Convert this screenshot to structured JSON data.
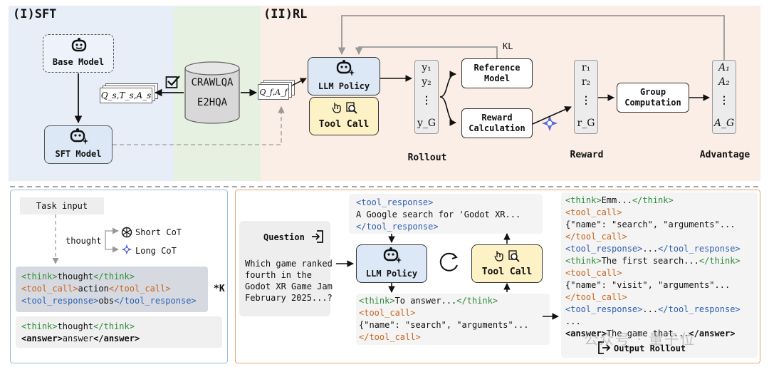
{
  "top": {
    "sft_title": "(I)SFT",
    "rl_title": "(II)RL",
    "base_model": "Base Model",
    "sft_model": "SFT Model",
    "dataset_line1": "CRAWLQA",
    "dataset_line2": "E2HQA",
    "qsts_label": "Q_s,T_s,A_s",
    "qfaf_label": "Q_f,A_f",
    "llm_policy": "LLM Policy",
    "tool_call": "Tool Call",
    "y_items": [
      "y₁",
      "y₂",
      "⋮",
      "y_G"
    ],
    "reference_model": "Reference Model",
    "reward_calculation": "Reward Calculation",
    "r_items": [
      "r₁",
      "r₂",
      "⋮",
      "r_G"
    ],
    "group_computation": "Group Computation",
    "a_items": [
      "A₁",
      "A₂",
      "⋮",
      "A_G"
    ],
    "kl": "KL",
    "rollout": "Rollout",
    "reward": "Reward",
    "advantage": "Advantage"
  },
  "bottom_left": {
    "task_input": "Task input",
    "thought": "thought",
    "short_cot": "Short CoT",
    "long_cot": "Long CoT",
    "multiplier": "*K",
    "block1": [
      [
        [
          "<think>",
          "g"
        ],
        [
          "thought",
          "k"
        ],
        [
          "</think>",
          "g"
        ]
      ],
      [
        [
          "<tool_call>",
          "o"
        ],
        [
          "action",
          "k"
        ],
        [
          "</tool_call>",
          "o"
        ]
      ],
      [
        [
          "<tool_response>",
          "b"
        ],
        [
          "obs",
          "k"
        ],
        [
          "</tool_response>",
          "b"
        ]
      ]
    ],
    "block2": [
      [
        [
          "<think>",
          "g"
        ],
        [
          "thought",
          "k"
        ],
        [
          "</think>",
          "g"
        ]
      ],
      [
        [
          "<answer>",
          "kb"
        ],
        [
          "answer",
          "k"
        ],
        [
          "</answer>",
          "kb"
        ]
      ]
    ]
  },
  "bottom_right": {
    "question_label": "Question",
    "question_text": "Which game ranked\nfourth in the\nGodot XR Game Jam\nFebruary 2025...?",
    "tool_response_top": [
      [
        [
          "<tool_response>",
          "b"
        ]
      ],
      [
        [
          "A Google search for 'Godot XR...",
          "k"
        ]
      ],
      [
        [
          "</tool_response>",
          "b"
        ]
      ]
    ],
    "llm_policy": "LLM Policy",
    "tool_call": "Tool Call",
    "think_bottom": [
      [
        [
          "<think>",
          "g"
        ],
        [
          "To answer...",
          "k"
        ],
        [
          "</think>",
          "g"
        ]
      ],
      [
        [
          "<tool_call>",
          "o"
        ]
      ],
      [
        [
          "{\"name\": \"search\", \"arguments\"...",
          "k"
        ]
      ],
      [
        [
          "</tool_call>",
          "o"
        ]
      ]
    ],
    "rollout_text": [
      [
        [
          "<think>",
          "g"
        ],
        [
          "Emm...",
          "k"
        ],
        [
          "</think>",
          "g"
        ]
      ],
      [
        [
          "<tool_call>",
          "o"
        ]
      ],
      [
        [
          "{\"name\": \"search\", \"arguments\"...",
          "k"
        ]
      ],
      [
        [
          "</tool_call>",
          "o"
        ]
      ],
      [
        [
          "<tool_response>",
          "b"
        ],
        [
          "...",
          "k"
        ],
        [
          "</tool_response>",
          "b"
        ]
      ],
      [
        [
          "<think>",
          "g"
        ],
        [
          "The first search...",
          "k"
        ],
        [
          "</think>",
          "g"
        ]
      ],
      [
        [
          "<tool_call>",
          "o"
        ]
      ],
      [
        [
          "{\"name\": \"visit\", \"arguments\"...",
          "k"
        ]
      ],
      [
        [
          "</tool_call>",
          "o"
        ]
      ],
      [
        [
          "<tool_response>",
          "b"
        ],
        [
          "...",
          "k"
        ],
        [
          "</tool_response>",
          "b"
        ]
      ],
      [
        [
          "...",
          "k"
        ]
      ],
      [
        [
          "<answer>",
          "kb"
        ],
        [
          "The game that...",
          "k"
        ],
        [
          "</answer>",
          "kb"
        ]
      ]
    ],
    "output_rollout": "Output Rollout",
    "watermark": "公众号 · 量子位"
  },
  "colors": {
    "sft_bg": "#e7eef8",
    "data_bg": "#e6f1e2",
    "rl_bg": "#fbeee6",
    "box_blue": "#dde8f6",
    "box_yellow": "#fdf1c6",
    "box_gray": "#eeeeee",
    "panel_left_border": "#9fb8dd",
    "panel_right_border": "#e8a36b"
  }
}
